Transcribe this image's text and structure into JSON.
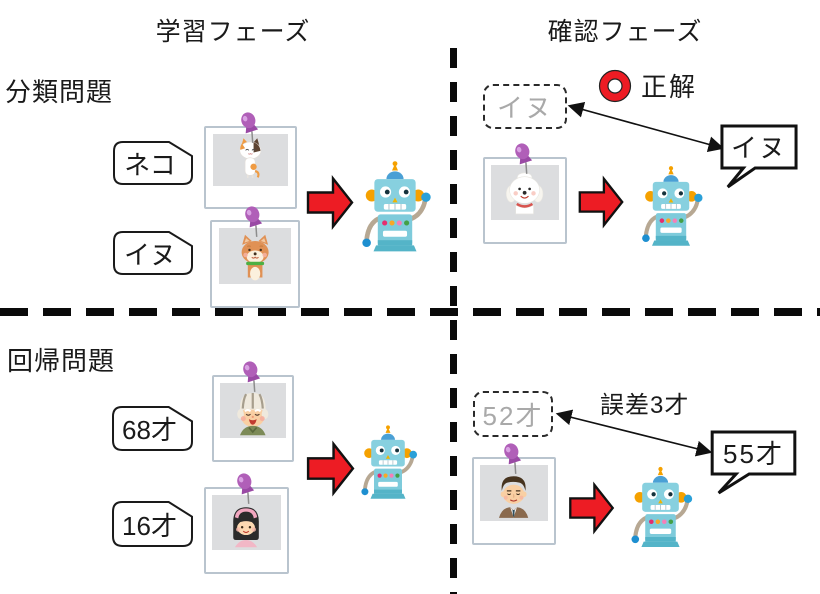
{
  "titles": {
    "learning": "学習フェーズ",
    "verification": "確認フェーズ"
  },
  "rows": {
    "classification": "分類問題",
    "regression": "回帰問題"
  },
  "classification": {
    "train_labels": {
      "first": "ネコ",
      "second": "イヌ"
    },
    "prediction": "イヌ",
    "correct_label": "正解",
    "answer": "イヌ"
  },
  "regression": {
    "train_labels": {
      "first": "68才",
      "second": "16才"
    },
    "prediction": "52才",
    "error_label": "誤差3才",
    "answer": "55才"
  },
  "icons": {
    "robot": "robot-icon",
    "pushpin": "pushpin-icon",
    "input_arrow": "block-arrow-right-icon",
    "correct_mark": "red-circle-mark-icon",
    "compare_arrow": "double-headed-arrow-icon",
    "photos": [
      "cat-photo",
      "shiba-dog-photo",
      "white-dog-photo",
      "elderly-woman-photo",
      "girl-photo",
      "man-photo"
    ]
  },
  "colors": {
    "arrow_red": "#ed1c24",
    "correct_red": "#ed1c24",
    "robot_teal": "#7ecbdb",
    "muted_gray": "#a9a9a9",
    "line_black": "#111111"
  }
}
